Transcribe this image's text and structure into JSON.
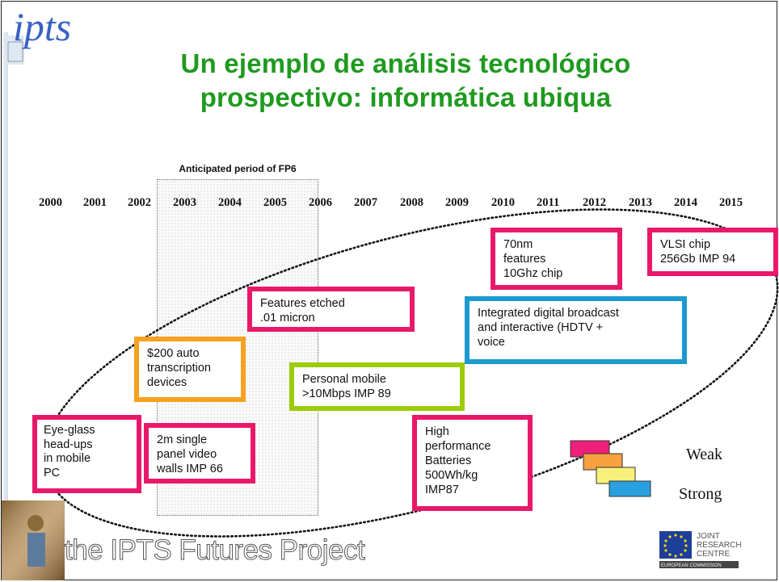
{
  "slide": {
    "title_line1": "Un ejemplo de análisis tecnológico",
    "title_line2": "prospectivo: informática ubiqua",
    "period_label": "Anticipated period of FP6",
    "years": [
      "2000",
      "2001",
      "2002",
      "2003",
      "2004",
      "2005",
      "2006",
      "2007",
      "2008",
      "2009",
      "2010",
      "2011",
      "2012",
      "2013",
      "2014",
      "2015"
    ],
    "boxes": [
      {
        "text": "Eye-glass\nhead-ups\nin mobile\nPC",
        "color": "pink"
      },
      {
        "text": "2m single\npanel video\nwalls IMP 66",
        "color": "pink"
      },
      {
        "text": "$200 auto\ntranscription\ndevices",
        "color": "orange"
      },
      {
        "text": "Features etched\n.01 micron",
        "color": "pink"
      },
      {
        "text": "Personal mobile\n>10Mbps IMP 89",
        "color": "green"
      },
      {
        "text": "High\nperformance\nBatteries\n500Wh/kg\nIMP87",
        "color": "pink"
      },
      {
        "text": "Integrated digital broadcast\nand interactive  (HDTV +\nvoice",
        "color": "blue"
      },
      {
        "text": "70nm\nfeatures\n10Ghz chip",
        "color": "pink"
      },
      {
        "text": "VLSI chip\n256Gb IMP 94",
        "color": "pink"
      }
    ],
    "legend": {
      "weak": "Weak",
      "strong": "Strong",
      "colors": [
        "#f0207a",
        "#f7a140",
        "#f8f07a",
        "#2aa0e0"
      ]
    },
    "footer": "the IPTS Futures Project",
    "logo_ipts": "ipts",
    "jrc_logo": {
      "line1": "JOINT",
      "line2": "RESEARCH",
      "line3": "CENTRE",
      "line4": "EUROPEAN COMMISSION"
    },
    "colors": {
      "title": "#1f9a1f",
      "pink": "#e8196a",
      "orange": "#f7a120",
      "green": "#9ccc0a",
      "blue": "#1b9ad0"
    }
  }
}
